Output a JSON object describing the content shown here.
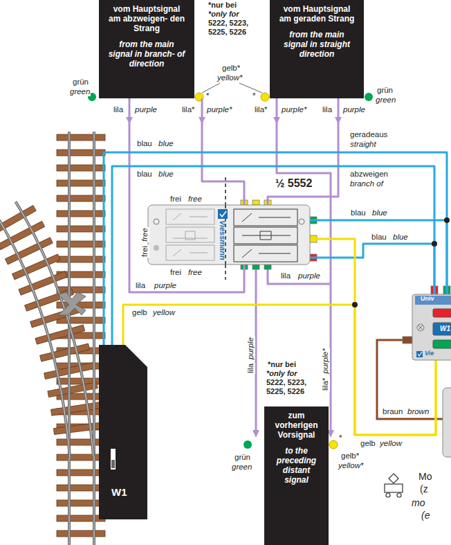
{
  "diagram": {
    "nodes": [
      {
        "text": [
          "vom Hauptsignal am abzweigen- den Strang",
          "from the main signal in branch- of direction"
        ]
      },
      {
        "text": [
          "vom Hauptsignal am geraden Strang",
          "from the main signal in straight direction"
        ]
      },
      {
        "text": [
          "½ 5552",
          "Viessmann"
        ]
      },
      {
        "text": [
          "W1"
        ]
      },
      {
        "text": [
          "Univ",
          "W1",
          "Vie"
        ]
      },
      {
        "text": [
          "zum vorherigen Vorsignal",
          "to the preceding distant signal"
        ]
      }
    ],
    "edges": [
      {
        "from": 0,
        "to": 2,
        "arrow": "none"
      },
      {
        "from": 0,
        "to": 2,
        "arrow": "none"
      },
      {
        "from": 1,
        "to": 2,
        "arrow": "none"
      },
      {
        "from": 3,
        "to": 4,
        "arrow": "none"
      },
      {
        "from": 3,
        "to": 4,
        "arrow": "none"
      },
      {
        "from": 2,
        "to": 4,
        "arrow": "none"
      },
      {
        "from": 2,
        "to": 4,
        "arrow": "none"
      },
      {
        "from": 2,
        "to": 4,
        "arrow": "none"
      },
      {
        "from": 3,
        "to": 4,
        "arrow": "none"
      }
    ],
    "labels": [
      "*nur bei",
      "*only for",
      "5222, 5223, 5225, 5226",
      "grün",
      "green",
      "gelb*",
      "yellow*",
      "grün",
      "green",
      "lila",
      "purple",
      "lila*",
      "purple*",
      "lila*",
      "purple*",
      "lila",
      "purple",
      "blau",
      "blue",
      "geradeaus",
      "straight",
      "blau",
      "blue",
      "abzweigen",
      "branch of",
      "frei",
      "free",
      "frei",
      "free",
      "frei",
      "free",
      "lila",
      "purple",
      "blau",
      "blue",
      "blau",
      "blue",
      "lila",
      "purple",
      "gelb",
      "yellow",
      "lila",
      "purple",
      "lila*",
      "purple*",
      "*nur bei",
      "*only for",
      "5222, 5223, 5225, 5226",
      "grün",
      "green",
      "gelb*",
      "yellow*",
      "braun",
      "brown",
      "gelb",
      "yellow",
      "Mo",
      "(z",
      "mo",
      "(e",
      "*",
      "*",
      "*"
    ]
  }
}
